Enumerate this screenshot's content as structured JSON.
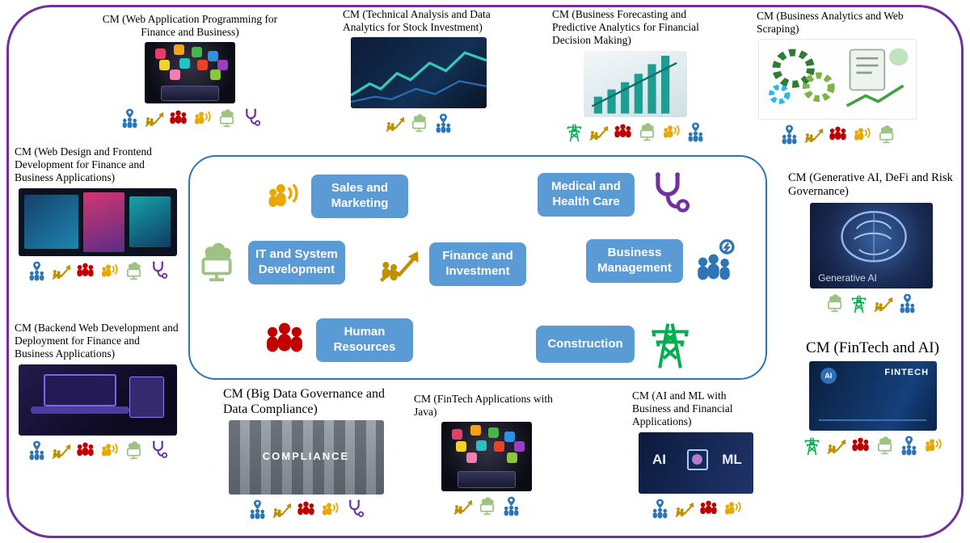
{
  "diagram": {
    "button_color": "#5B9BD5",
    "panel_border_color": "#2E75B6",
    "frame_border_color": "#7030A0",
    "icon_colors": {
      "location-people": "#2E75B6",
      "growth-chart": "#BF9000",
      "hr-people": "#C00000",
      "announcer-people": "#E8A800",
      "cloud-monitor": "#9DC284",
      "stethoscope": "#7030A0",
      "power-tower": "#00B050",
      "idea-people": "#2E75B6"
    },
    "center_sectors": [
      {
        "label": "Sales and Marketing",
        "icon": "announcer-people",
        "side": "left"
      },
      {
        "label": "Medical and Health Care",
        "icon": "stethoscope",
        "side": "right"
      },
      {
        "label": "IT and System Development",
        "icon": "cloud-monitor",
        "side": "left"
      },
      {
        "label": "Finance and Investment",
        "icon": "growth-chart",
        "side": "left"
      },
      {
        "label": "Business Management",
        "icon": "idea-people",
        "side": "right"
      },
      {
        "label": "Human Resources",
        "icon": "hr-people",
        "side": "left"
      },
      {
        "label": "Construction",
        "icon": "power-tower",
        "side": "right"
      }
    ],
    "modules": [
      {
        "title": "CM (Web Application Programming for Finance and Business)",
        "thumb": "app-icons",
        "icons": [
          "location-people",
          "growth-chart",
          "hr-people",
          "announcer-people",
          "cloud-monitor",
          "stethoscope"
        ]
      },
      {
        "title": "CM (Technical Analysis and Data Analytics for Stock Investment)",
        "thumb": "stock-charts",
        "icons": [
          "growth-chart",
          "cloud-monitor",
          "location-people"
        ]
      },
      {
        "title": "CM (Business Forecasting and Predictive Analytics for Financial Decision Making)",
        "thumb": "forecast-bars",
        "icons": [
          "power-tower",
          "growth-chart",
          "hr-people",
          "cloud-monitor",
          "announcer-people",
          "location-people"
        ]
      },
      {
        "title": "CM (Business Analytics and Web Scraping)",
        "thumb": "gears-analytics",
        "icons": [
          "location-people",
          "growth-chart",
          "hr-people",
          "announcer-people",
          "cloud-monitor"
        ]
      },
      {
        "title": "CM (Web Design and Frontend Development for Finance and Business Applications)",
        "thumb": "web-design",
        "icons": [
          "location-people",
          "growth-chart",
          "hr-people",
          "announcer-people",
          "cloud-monitor",
          "stethoscope"
        ]
      },
      {
        "title": "CM (Backend Web Development and Deployment for Finance and Business Applications)",
        "thumb": "backend-laptop",
        "icons": [
          "location-people",
          "growth-chart",
          "hr-people",
          "announcer-people",
          "cloud-monitor",
          "stethoscope"
        ]
      },
      {
        "title": "CM (Generative AI, DeFi and Risk Governance)",
        "thumb": "generative-ai",
        "thumb_text": "Generative AI",
        "icons": [
          "cloud-monitor",
          "power-tower",
          "growth-chart",
          "location-people"
        ]
      },
      {
        "title": "CM (FinTech and AI)",
        "thumb": "fintech",
        "thumb_text": "FINTECH",
        "thumb_badge": "AI",
        "icons": [
          "power-tower",
          "growth-chart",
          "hr-people",
          "cloud-monitor",
          "location-people",
          "announcer-people"
        ]
      },
      {
        "title": "CM (Big Data Governance and Data Compliance)",
        "thumb": "compliance",
        "thumb_text": "COMPLIANCE",
        "icons": [
          "location-people",
          "growth-chart",
          "hr-people",
          "announcer-people",
          "stethoscope"
        ]
      },
      {
        "title": "CM (FinTech Applications with Java)",
        "thumb": "java-apps",
        "icons": [
          "growth-chart",
          "cloud-monitor",
          "location-people"
        ]
      },
      {
        "title": "CM (AI and ML with Business and Financial Applications)",
        "thumb": "ai-ml",
        "thumb_text": "AI ML",
        "icons": [
          "location-people",
          "growth-chart",
          "hr-people",
          "announcer-people"
        ]
      }
    ]
  }
}
